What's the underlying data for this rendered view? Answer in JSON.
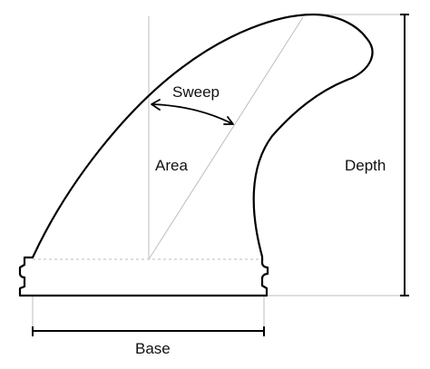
{
  "labels": {
    "sweep": "Sweep",
    "area": "Area",
    "depth": "Depth",
    "base": "Base"
  },
  "colors": {
    "outline": "#000000",
    "guide": "#bdbdbd",
    "text": "#111111",
    "background": "#ffffff"
  }
}
